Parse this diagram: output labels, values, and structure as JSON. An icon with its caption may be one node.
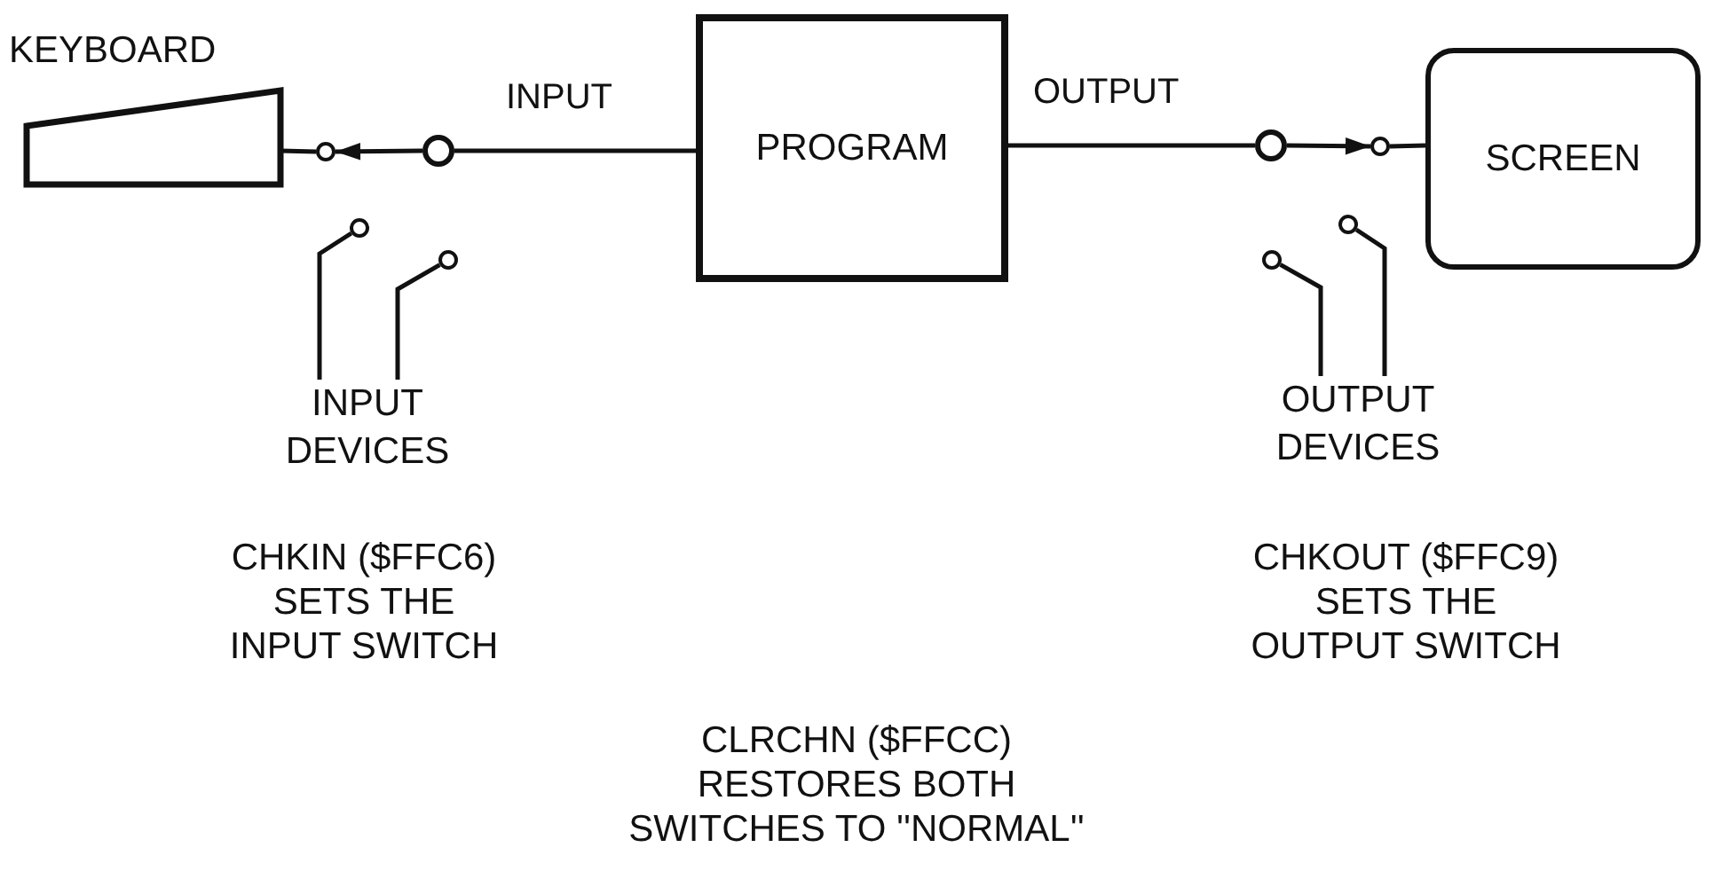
{
  "diagram": {
    "nodes": [
      {
        "text": [
          "KEYBOARD"
        ]
      },
      {
        "text": [],
        "shape": "circle"
      },
      {
        "text": [],
        "shape": "circle"
      },
      {
        "text": [
          "PROGRAM"
        ]
      },
      {
        "text": [],
        "shape": "circle"
      },
      {
        "text": [],
        "shape": "circle"
      },
      {
        "text": [
          "SCREEN"
        ]
      },
      {
        "text": [],
        "shape": "circle"
      },
      {
        "text": [],
        "shape": "circle"
      },
      {
        "text": [],
        "shape": "circle"
      },
      {
        "text": [],
        "shape": "circle"
      },
      {
        "text": [
          "INPUT DEVICES"
        ]
      },
      {
        "text": [
          "OUTPUT DEVICES"
        ]
      }
    ],
    "edges": [
      {
        "from": 3,
        "to": 2,
        "arrow": "none",
        "label": "INPUT"
      },
      {
        "from": 2,
        "to": 1,
        "arrow": "to"
      },
      {
        "from": 1,
        "to": 0,
        "arrow": "none"
      },
      {
        "from": 3,
        "to": 4,
        "arrow": "none",
        "label": "OUTPUT"
      },
      {
        "from": 4,
        "to": 5,
        "arrow": "to"
      },
      {
        "from": 5,
        "to": 6,
        "arrow": "none"
      },
      {
        "from": 11,
        "to": 7,
        "arrow": "none"
      },
      {
        "from": 11,
        "to": 8,
        "arrow": "none"
      },
      {
        "from": 12,
        "to": 9,
        "arrow": "none"
      },
      {
        "from": 12,
        "to": 10,
        "arrow": "none"
      }
    ],
    "labels": [
      "CHKIN ($FFC6) SETS THE INPUT SWITCH",
      "CHKOUT ($FFC9) SETS THE OUTPUT SWITCH",
      "CLRCHN ($FFCC) RESTORES BOTH SWITCHES TO ''NORMAL''"
    ]
  }
}
